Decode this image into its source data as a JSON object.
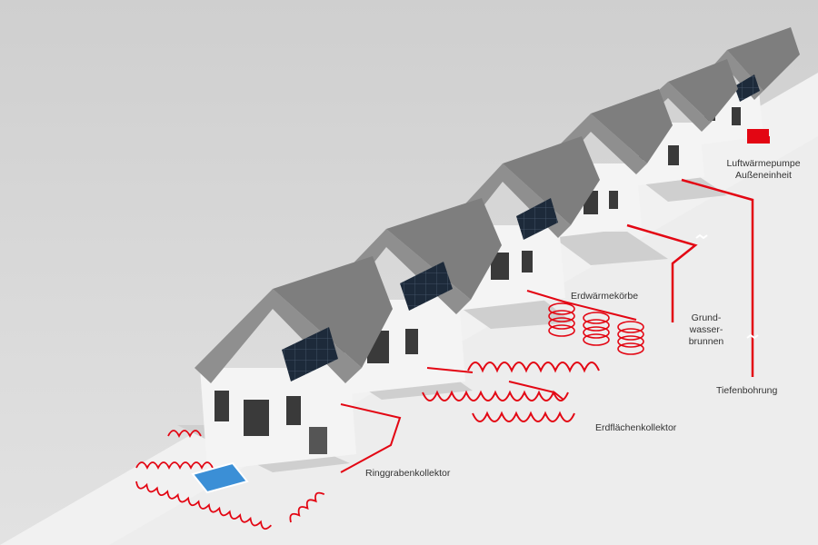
{
  "labels": {
    "air_heat_pump_line1": "Luftwärmepumpe",
    "air_heat_pump_line2": "Außeneinheit",
    "ground_baskets": "Erdwärmekörbe",
    "groundwater_line1": "Grund-",
    "groundwater_line2": "wasser-",
    "groundwater_line3": "brunnen",
    "deep_borehole": "Tiefenbohrung",
    "horizontal_collector": "Erdflächenkollektor",
    "trench_collector": "Ringgrabenkollektor"
  },
  "colors": {
    "pipe_red": "#e30613",
    "pipe_blue": "#1e6fb0",
    "roof": "#8f8f8f",
    "wall": "#f4f4f4",
    "ground": "#f1f1f1",
    "background": "#dcdcdc",
    "solar_panel": "#1d2a3a",
    "pool": "#3b8fd6"
  }
}
